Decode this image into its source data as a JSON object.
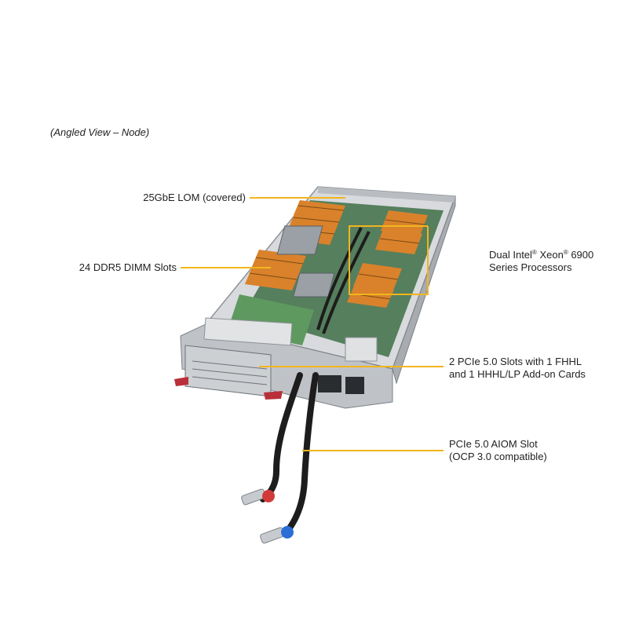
{
  "caption": "(Angled View – Node)",
  "callouts": {
    "lom": {
      "text": "25GbE LOM (covered)"
    },
    "dimm": {
      "text": "24 DDR5 DIMM Slots"
    },
    "cpu": {
      "line1_a": "Dual Intel",
      "reg1": "®",
      "line1_b": " Xeon",
      "reg2": "®",
      "line1_c": " 6900",
      "line2": "Series Processors"
    },
    "pcie": {
      "line1": "2 PCIe 5.0 Slots with 1 FHHL",
      "line2": "and 1 HHHL/LP Add-on Cards"
    },
    "aiom": {
      "line1": "PCIe 5.0 AIOM Slot",
      "line2": "(OCP 3.0 compatible)"
    }
  },
  "colors": {
    "leader": "#f2b51c",
    "chassis": "#c9ccd0",
    "chassis_dark": "#8e9399",
    "dimm": "#d9822b",
    "board_green": "#4e8a52",
    "hose": "#1d1d1d",
    "fitting_red": "#d23a3a",
    "fitting_blue": "#2b6fd6",
    "tab_red": "#b8303a"
  }
}
